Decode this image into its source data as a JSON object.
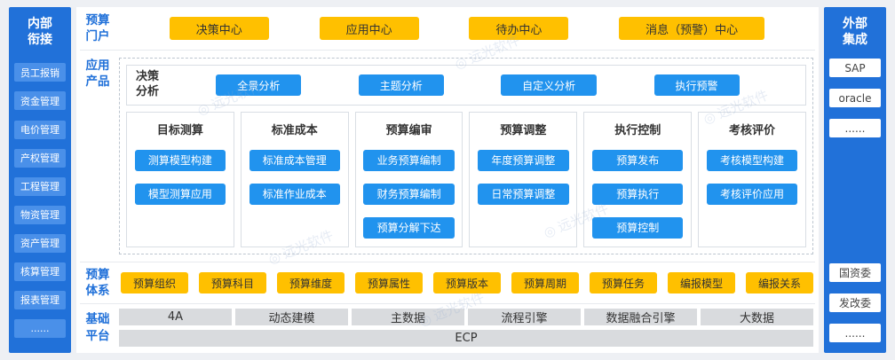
{
  "watermark": {
    "text": "远光软件"
  },
  "left_sidebar": {
    "title": "内部衔接",
    "items": [
      "员工报销",
      "资金管理",
      "电价管理",
      "产权管理",
      "工程管理",
      "物资管理",
      "资产管理",
      "核算管理",
      "报表管理",
      "......"
    ]
  },
  "right_sidebar": {
    "title": "外部集成",
    "top_items": [
      "SAP",
      "oracle",
      "......"
    ],
    "bottom_items": [
      "国资委",
      "发改委",
      "......"
    ]
  },
  "portal": {
    "label": "预算门户",
    "items": [
      "决策中心",
      "应用中心",
      "待办中心",
      "消息（预警）中心"
    ]
  },
  "products": {
    "label": "应用产品",
    "decision": {
      "label": "决策分析",
      "items": [
        "全景分析",
        "主题分析",
        "自定义分析",
        "执行预警"
      ]
    },
    "columns": [
      {
        "title": "目标测算",
        "items": [
          "测算模型构建",
          "模型测算应用"
        ]
      },
      {
        "title": "标准成本",
        "items": [
          "标准成本管理",
          "标准作业成本"
        ]
      },
      {
        "title": "预算编审",
        "items": [
          "业务预算编制",
          "财务预算编制",
          "预算分解下达"
        ]
      },
      {
        "title": "预算调整",
        "items": [
          "年度预算调整",
          "日常预算调整"
        ]
      },
      {
        "title": "执行控制",
        "items": [
          "预算发布",
          "预算执行",
          "预算控制"
        ]
      },
      {
        "title": "考核评价",
        "items": [
          "考核模型构建",
          "考核评价应用"
        ]
      }
    ]
  },
  "system": {
    "label": "预算体系",
    "items": [
      "预算组织",
      "预算科目",
      "预算维度",
      "预算属性",
      "预算版本",
      "预算周期",
      "预算任务",
      "编报模型",
      "编报关系"
    ]
  },
  "platform": {
    "label": "基础平台",
    "row1": [
      "4A",
      "动态建模",
      "主数据",
      "流程引擎",
      "数据融合引擎",
      "大数据"
    ],
    "row2": "ECP"
  },
  "colors": {
    "sidebar_blue": "#2171d9",
    "chip_blue": "#4a90e9",
    "button_yellow": "#ffc000",
    "button_blue": "#2193ee",
    "label_blue": "#2171d9",
    "platform_gray": "#d9dbde"
  }
}
